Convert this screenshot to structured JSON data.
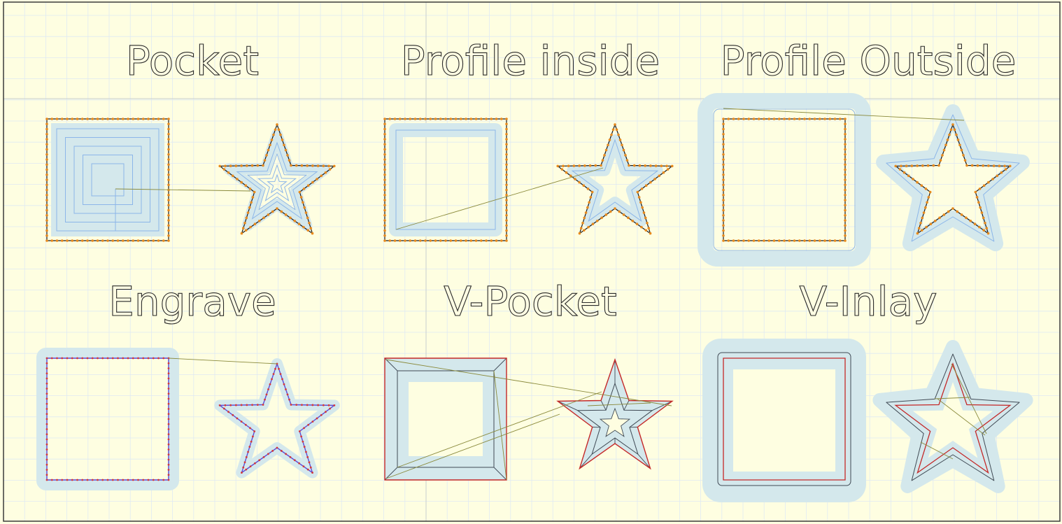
{
  "colors": {
    "background": "#fefee1",
    "grid_minor": "#dfe9f3",
    "grid_major": "#c8cfcf",
    "border": "#3a3a3a",
    "toolpath_halo": "#d4e8ec",
    "toolpath_line": "#8cb6e9",
    "vertex_dot": "#e88a1c",
    "shape_outline": "#1a1a1a",
    "travel_move": "#8a8a3c",
    "engrave_line": "#5b4ad6",
    "vcarve_edge": "#c42828",
    "vcarve_inner": "#404a55"
  },
  "labels": {
    "pocket": "Pocket",
    "profile_inside": "Profile inside",
    "profile_outside": "Profile Outside",
    "engrave": "Engrave",
    "v_pocket": "V-Pocket",
    "v_inlay": "V-Inlay"
  },
  "operations": [
    {
      "key": "pocket",
      "label_key": "pocket"
    },
    {
      "key": "profile_inside",
      "label_key": "profile_inside"
    },
    {
      "key": "profile_outside",
      "label_key": "profile_outside"
    },
    {
      "key": "engrave",
      "label_key": "engrave"
    },
    {
      "key": "v_pocket",
      "label_key": "v_pocket"
    },
    {
      "key": "v_inlay",
      "label_key": "v_inlay"
    }
  ]
}
